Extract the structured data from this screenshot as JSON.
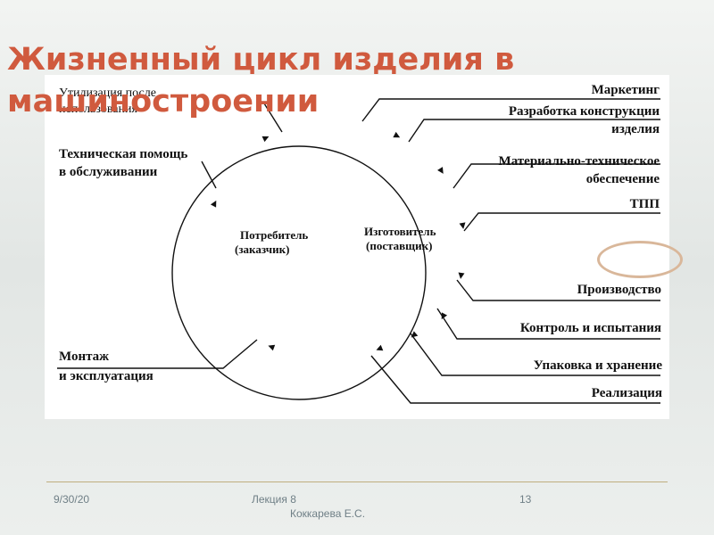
{
  "slide": {
    "title": "Жизненный цикл изделия в машиностроении"
  },
  "diagram": {
    "center_left": [
      "Потребитель",
      "(заказчик)"
    ],
    "center_right": [
      "Изготовитель",
      "(поставщик)"
    ],
    "stages_right": {
      "marketing": "Маркетинг",
      "design_1": "Разработка конструкции",
      "design_2": "изделия",
      "supply_1": "Материально-техническое",
      "supply_2": "обеспечение",
      "tpp": "ТПП",
      "production": "Производство",
      "control": "Контроль и испытания",
      "packing": "Упаковка и хранение",
      "sales": "Реализация"
    },
    "stages_left": {
      "disposal_1": "Утилизация после",
      "disposal_2": "использования",
      "help_1": "Техническая помощь",
      "help_2": "в обслуживании",
      "mount_1": "Монтаж",
      "mount_2": "и эксплуатация"
    }
  },
  "footer": {
    "date": "9/30/20",
    "lecture": "Лекция 8",
    "author": "Коккарева Е.С.",
    "page": "13"
  }
}
